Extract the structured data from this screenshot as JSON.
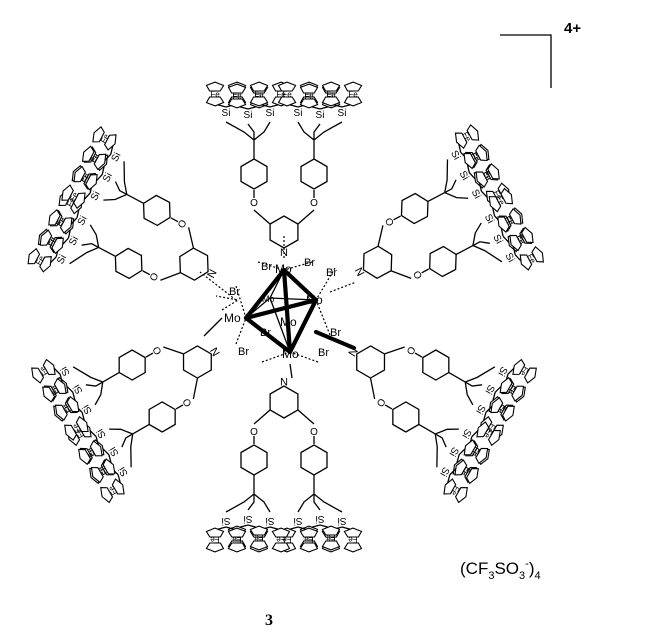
{
  "labels": {
    "charge": "4+",
    "counterion_main": "(CF",
    "counterion_sub1": "3",
    "counterion_mid": "SO",
    "counterion_sub2": "3",
    "counterion_sup": "-",
    "counterion_close": ")",
    "counterion_sub3": "4",
    "compound_number": "3"
  },
  "atoms": {
    "mo": "Mo",
    "br": "Br",
    "n": "N",
    "o": "O",
    "si": "Si",
    "fe": "Fe"
  },
  "colors": {
    "ink": "#000000",
    "background": "#ffffff"
  }
}
